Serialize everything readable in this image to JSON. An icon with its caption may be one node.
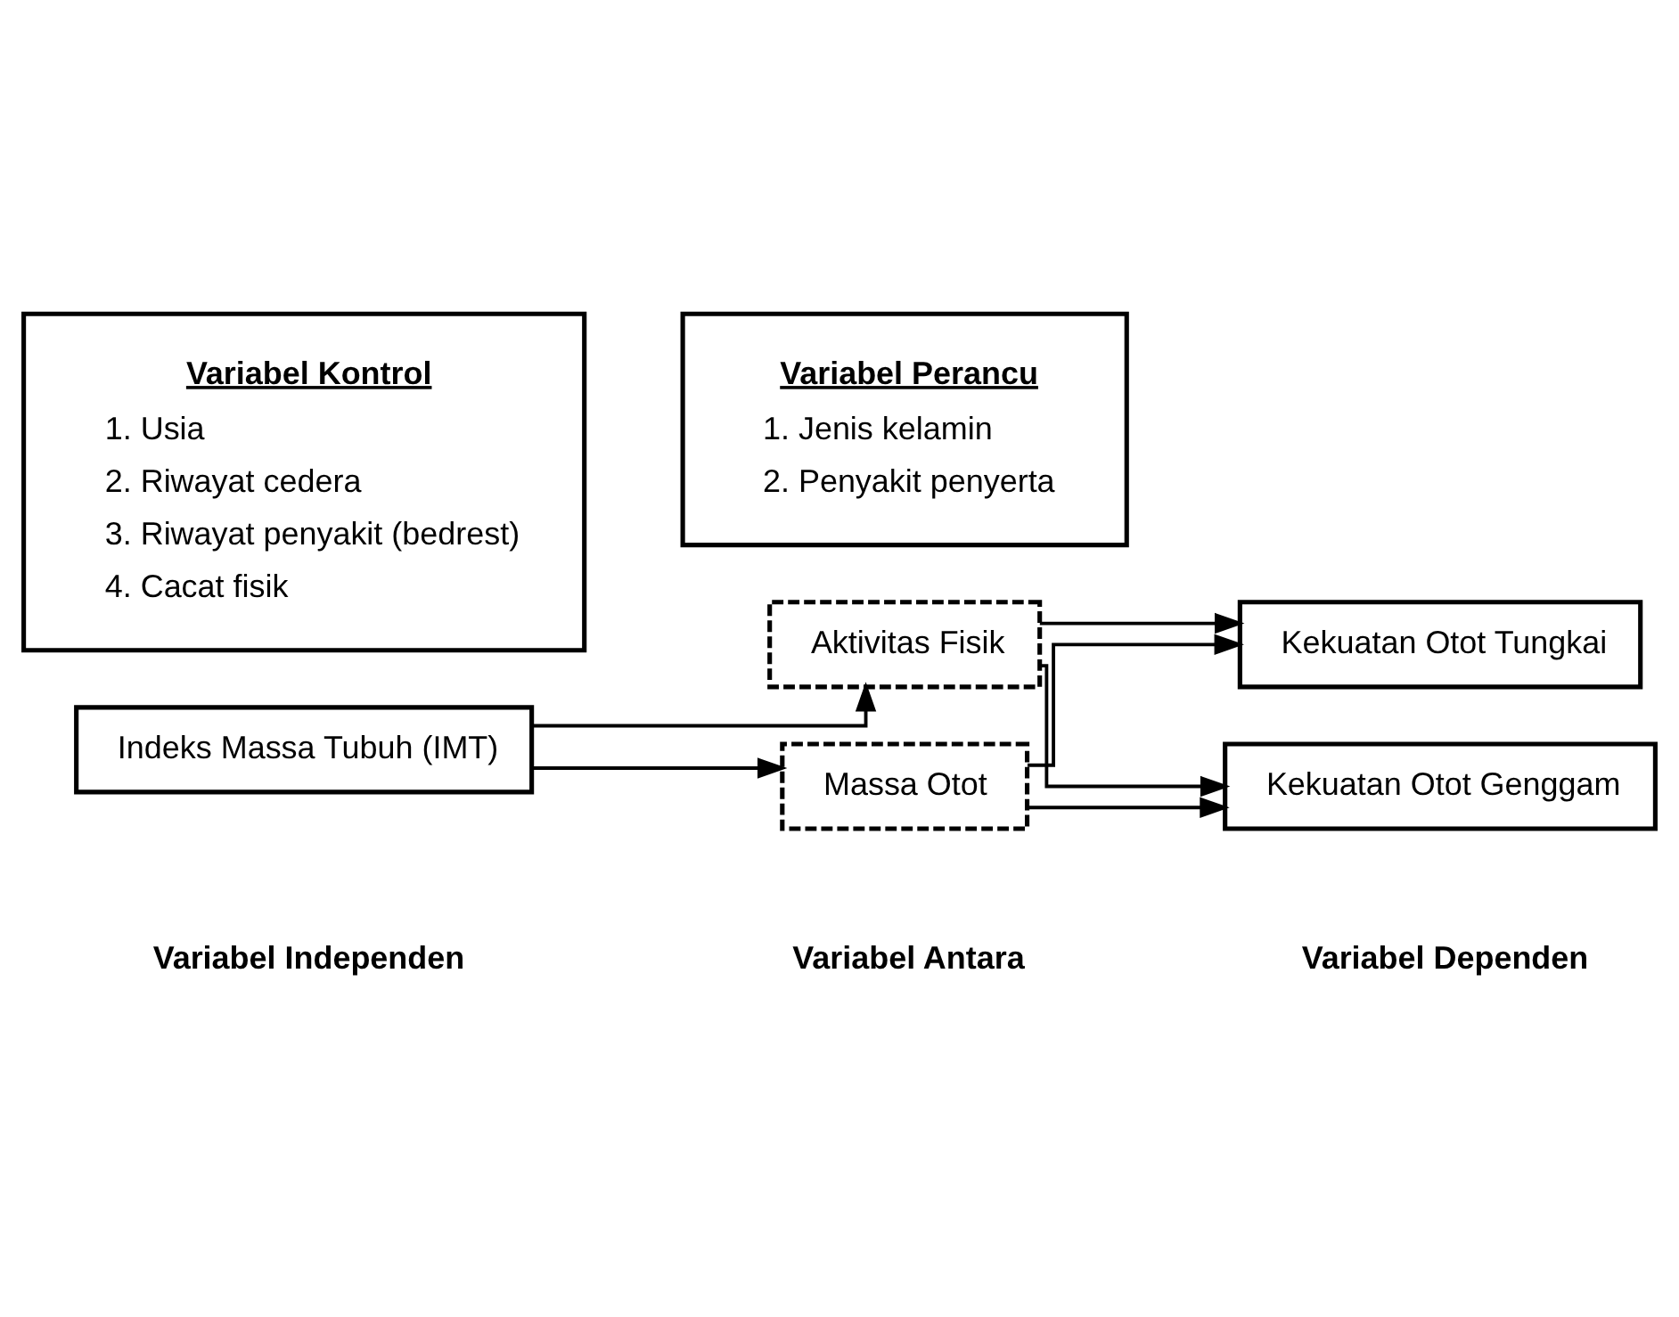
{
  "diagram": {
    "nodes": [
      {
        "text": [
          "Indeks Massa Tubuh (IMT)"
        ]
      },
      {
        "text": [
          "Massa Otot"
        ]
      },
      {
        "text": [
          "Aktivitas Fisik"
        ]
      },
      {
        "text": [
          "Kekuatan Otot Genggam"
        ]
      },
      {
        "text": [
          "Kekuatan Otot Tungkai"
        ]
      },
      {
        "text": [
          "Variabel Kontrol",
          "1. Usia",
          "2. Riwayat cedera",
          "3. Riwayat penyakit (bedrest)",
          "4. Cacat fisik"
        ]
      },
      {
        "text": [
          "Variabel Perancu",
          "1. Jenis kelamin",
          "2. Penyakit penyerta"
        ]
      }
    ],
    "edges": [
      {
        "from": 0,
        "to": 1,
        "arrow": "to"
      },
      {
        "from": 0,
        "to": 2,
        "arrow": "to"
      },
      {
        "from": 1,
        "to": 3,
        "arrow": "to"
      },
      {
        "from": 1,
        "to": 4,
        "arrow": "to"
      },
      {
        "from": 2,
        "to": 3,
        "arrow": "to"
      },
      {
        "from": 2,
        "to": 4,
        "arrow": "to"
      }
    ],
    "labels": [
      "Variabel Independen",
      "Variabel Antara",
      "Variabel Dependen"
    ]
  }
}
